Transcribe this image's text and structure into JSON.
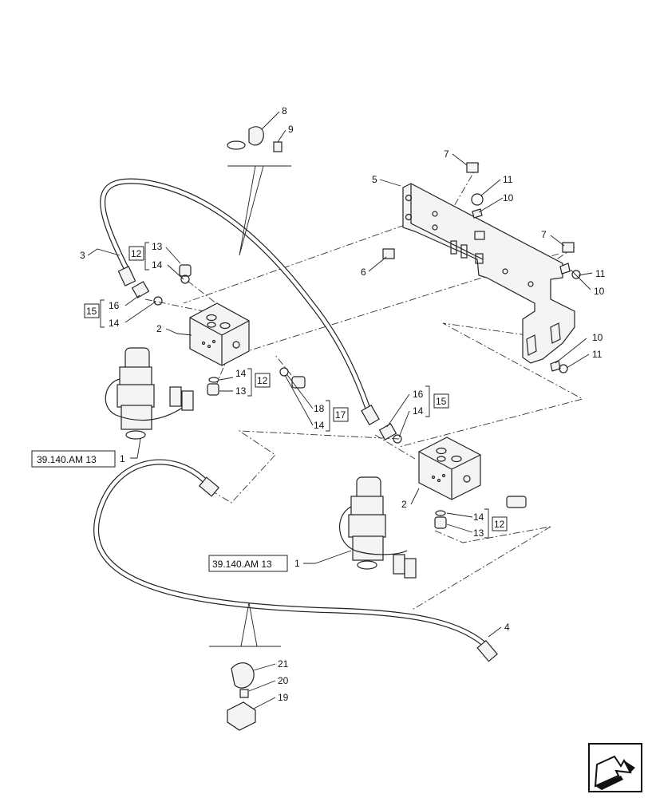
{
  "callouts": {
    "c1a": "1",
    "c1b": "1",
    "c2a": "2",
    "c2b": "2",
    "c3": "3",
    "c4": "4",
    "c5": "5",
    "c6": "6",
    "c7a": "7",
    "c7b": "7",
    "c8": "8",
    "c9": "9",
    "c10a": "10",
    "c10b": "10",
    "c10c": "10",
    "c11a": "11",
    "c11b": "11",
    "c11c": "11",
    "c13a": "13",
    "c13b": "13",
    "c13c": "13",
    "c14a": "14",
    "c14b": "14",
    "c14c": "14",
    "c14d": "14",
    "c14e": "14",
    "c14f": "14",
    "c16a": "16",
    "c16b": "16",
    "c18": "18",
    "c19": "19",
    "c20": "20",
    "c21": "21"
  },
  "group_refs": {
    "g12a": "12",
    "g12b": "12",
    "g12c": "12",
    "g15a": "15",
    "g15b": "15",
    "g17": "17"
  },
  "section_refs": {
    "ref_a": "39.140.AM 13",
    "ref_b": "39.140.AM 13"
  },
  "nav": {
    "icon": "next-page-arrow-icon"
  }
}
